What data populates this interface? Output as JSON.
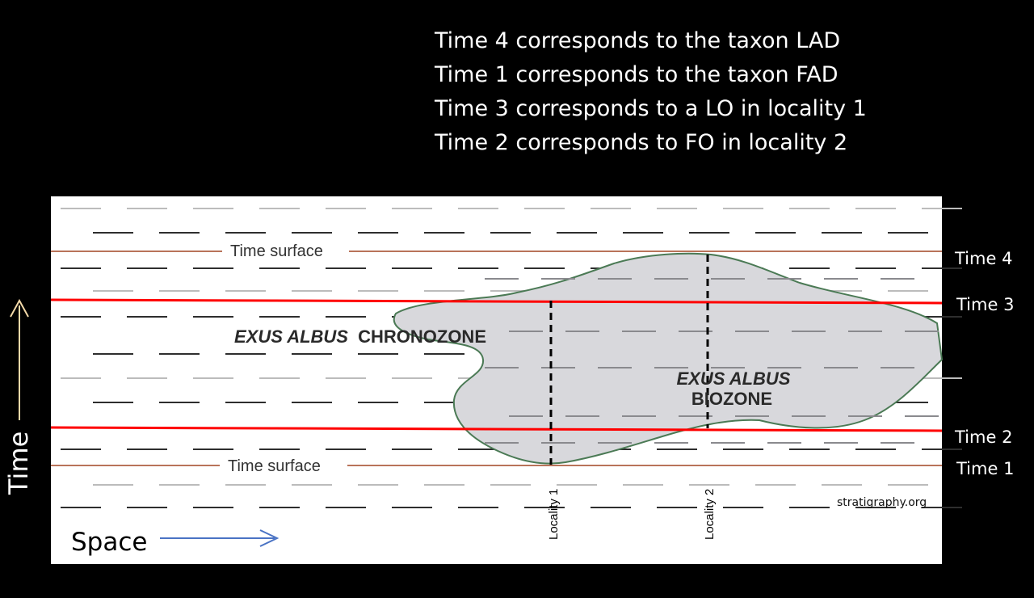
{
  "notes": [
    "Time 4 corresponds to the taxon LAD",
    "Time 1 corresponds to the taxon FAD",
    "Time 3 corresponds to a LO in locality 1",
    "Time 2 corresponds to FO in locality 2"
  ],
  "axes": {
    "vertical": "Time",
    "horizontal": "Space",
    "vertical_arrow_color": "#f3d9a8",
    "horizontal_arrow_color": "#4a73c4"
  },
  "diagram": {
    "surface_label": "Time surface",
    "chronozone_italic": "EXUS ALBUS",
    "chronozone_rest": "CHRONOZONE",
    "biozone_line1": "EXUS ALBUS",
    "biozone_line2": "BIOZONE",
    "locality_1": "Locality 1",
    "locality_2": "Locality 2",
    "credit": "stratigraphy.org",
    "time_lines": [
      "Time 4",
      "Time 3",
      "Time 2",
      "Time 1"
    ],
    "colors": {
      "red_line": "#ff0000",
      "surface_line": "#b9735a",
      "biozone_fill": "#d8d8dc",
      "biozone_edge": "#4b7a55"
    }
  }
}
